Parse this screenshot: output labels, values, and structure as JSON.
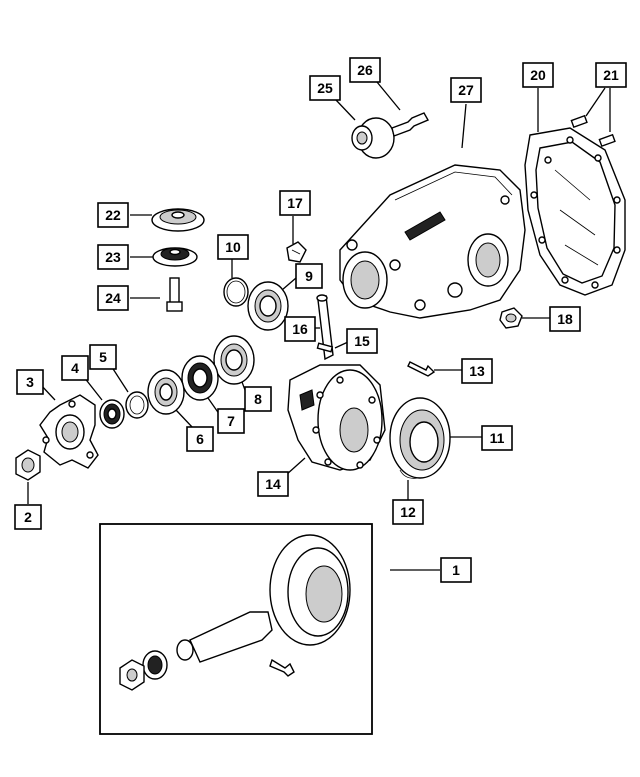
{
  "diagram": {
    "callouts": [
      {
        "id": "1",
        "label": "1"
      },
      {
        "id": "2",
        "label": "2"
      },
      {
        "id": "3",
        "label": "3"
      },
      {
        "id": "4",
        "label": "4"
      },
      {
        "id": "5",
        "label": "5"
      },
      {
        "id": "6",
        "label": "6"
      },
      {
        "id": "7",
        "label": "7"
      },
      {
        "id": "8",
        "label": "8"
      },
      {
        "id": "9",
        "label": "9"
      },
      {
        "id": "10",
        "label": "10"
      },
      {
        "id": "11",
        "label": "11"
      },
      {
        "id": "12",
        "label": "12"
      },
      {
        "id": "13",
        "label": "13"
      },
      {
        "id": "14",
        "label": "14"
      },
      {
        "id": "15",
        "label": "15"
      },
      {
        "id": "16",
        "label": "16"
      },
      {
        "id": "17",
        "label": "17"
      },
      {
        "id": "18",
        "label": "18"
      },
      {
        "id": "20",
        "label": "20"
      },
      {
        "id": "21",
        "label": "21"
      },
      {
        "id": "22",
        "label": "22"
      },
      {
        "id": "23",
        "label": "23"
      },
      {
        "id": "24",
        "label": "24"
      },
      {
        "id": "25",
        "label": "25"
      },
      {
        "id": "26",
        "label": "26"
      },
      {
        "id": "27",
        "label": "27"
      }
    ]
  }
}
